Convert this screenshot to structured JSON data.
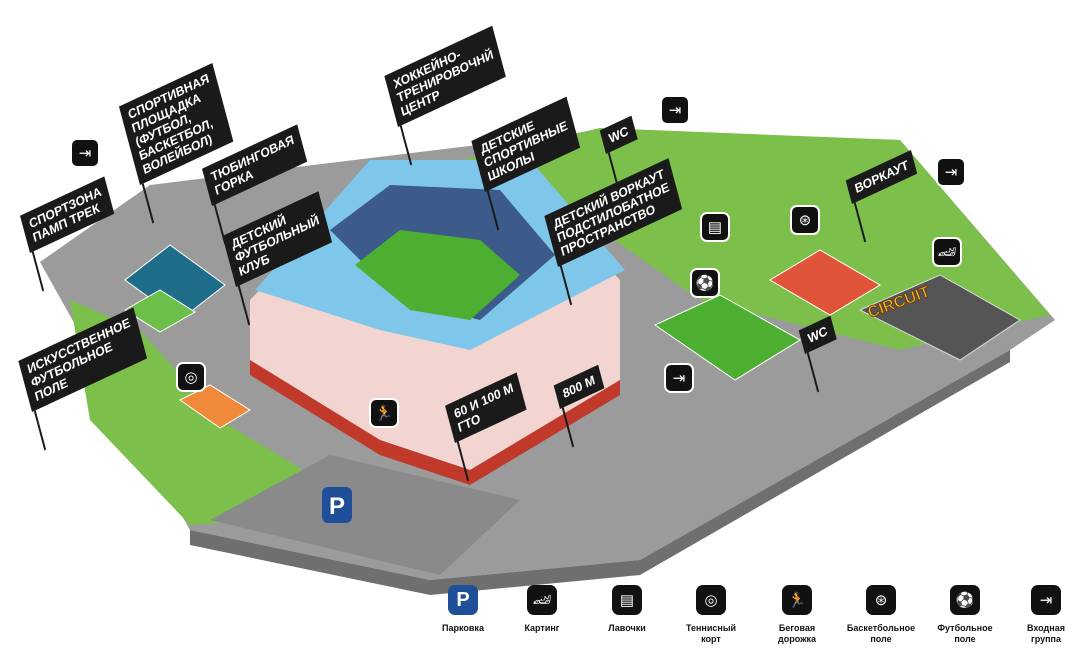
{
  "labels": {
    "sportzona": "Спортзона\nпамп трек",
    "sport_ploshadka": "Спортивная\nплощадка\n(футбол,\nбаскетбол,\nволейбол)",
    "tubing": "Тюбинговая\nгорка",
    "detsky_fk": "Детский\nфутбольный\nклуб",
    "hockey": "Хоккейно-\nтренировочнй\nцентр",
    "detskie_shkoly": "Детские\nспортивные\nшколы",
    "wc_top": "WC",
    "workout_kids": "Детский воркаут\nподстилобатное\nпространство",
    "workout": "Воркаут",
    "wc_right": "WC",
    "iskusstvennoe": "Искусственное\nфутбольное\nполе",
    "gto": "60 и 100 м\nГТО",
    "m800": "800 м",
    "circuit": "CIRCUIT",
    "parking_sign": "P"
  },
  "legend": [
    {
      "icon": "parking-icon",
      "glyph": "P",
      "label": "Парковка"
    },
    {
      "icon": "karting-icon",
      "glyph": "🏎",
      "label": "Картинг"
    },
    {
      "icon": "bench-icon",
      "glyph": "▤",
      "label": "Лавочки"
    },
    {
      "icon": "tennis-icon",
      "glyph": "◎",
      "label": "Теннисный\nкорт"
    },
    {
      "icon": "running-icon",
      "glyph": "🏃",
      "label": "Беговая\nдорожка"
    },
    {
      "icon": "basketball-icon",
      "glyph": "⊛",
      "label": "Баскетбольное\nполе"
    },
    {
      "icon": "football-icon",
      "glyph": "⚽",
      "label": "Футбольное\nполе"
    },
    {
      "icon": "entrance-icon",
      "glyph": "⇥",
      "label": "Входная\nгруппа"
    }
  ],
  "colors": {
    "ground": "#9b9b9b",
    "grass": "#7cbf4a",
    "field": "#4caf32",
    "stadium": "#f2d5d0",
    "roof": "#7fc7ea",
    "parking": "#1f4f99"
  }
}
